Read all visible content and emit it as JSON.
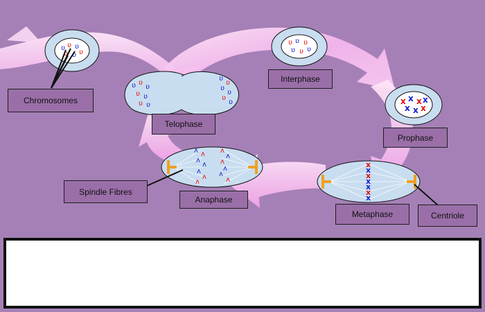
{
  "diagram": {
    "labels": {
      "chromosomes": "Chromosomes",
      "interphase": "Interphase",
      "telophase": "Telophase",
      "prophase": "Prophase",
      "spindle_fibres": "Spindle Fibres",
      "anaphase": "Anaphase",
      "metaphase": "Metaphase",
      "centriole": "Centriole"
    }
  },
  "answer_box": {
    "text": ""
  },
  "colors": {
    "background": "#a580b6",
    "arrow_light": "#fbe4f7",
    "arrow_mid": "#f3a6ea",
    "cell_fill": "#c9ddf0",
    "nucleus_fill": "#ffffff",
    "chromosome_red": "#e01010",
    "chromosome_blue": "#1020d0",
    "centriole_orange": "#f0a020",
    "label_fill": "#9a6fa8"
  }
}
